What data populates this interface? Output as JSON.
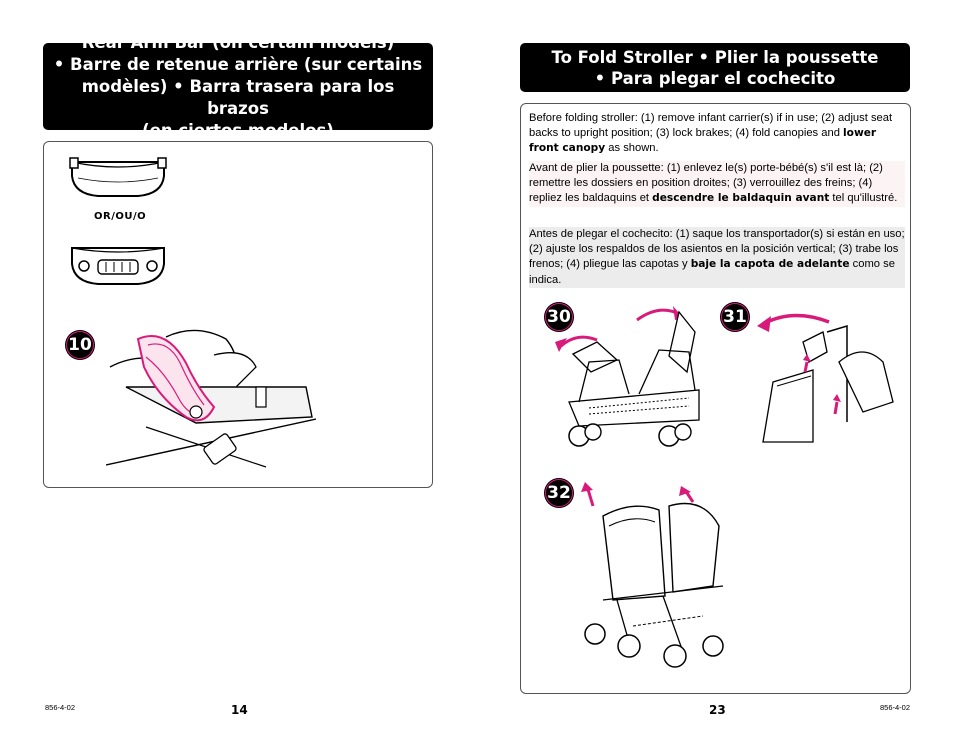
{
  "left_page": {
    "header_lines": [
      "Rear Arm Bar (on certain models)",
      "• Barre de retenue arrière (sur certains",
      "modèles) • Barra trasera para los brazos",
      "(en ciertos modelos)"
    ],
    "or_label": "OR/OU/O",
    "step": "10",
    "page_number": "14",
    "code": "856-4-02"
  },
  "right_page": {
    "header_lines": [
      "To Fold Stroller • Plier la poussette",
      "• Para plegar el cochecito"
    ],
    "instructions": {
      "en_text": "Before folding stroller: (1) remove infant carrier(s) if in use; (2) adjust seat backs to upright position; (3) lock brakes; (4) fold canopies and ",
      "en_bold": "lower front canopy",
      "en_end": " as shown.",
      "fr_text": "Avant de plier la poussette: (1) enlevez le(s) porte-bébé(s) s'il est là; (2) remettre les dossiers en position droites; (3) verrouillez des freins; (4) repliez les baldaquins et ",
      "fr_bold": "descendre le baldaquin avant",
      "fr_end": " tel qu'illustré.",
      "es_text": "Antes de plegar el cochecito: (1) saque los transportador(s) si están en uso; (2) ajuste los respaldos de los asientos en la posición vertical; (3) trabe los frenos; (4) pliegue las capotas y ",
      "es_bold": "baje la capota de adelante",
      "es_end": " como se indica."
    },
    "steps": [
      "30",
      "31",
      "32"
    ],
    "page_number": "23",
    "code": "856-4-02"
  },
  "accent_color": "#d81b7a"
}
